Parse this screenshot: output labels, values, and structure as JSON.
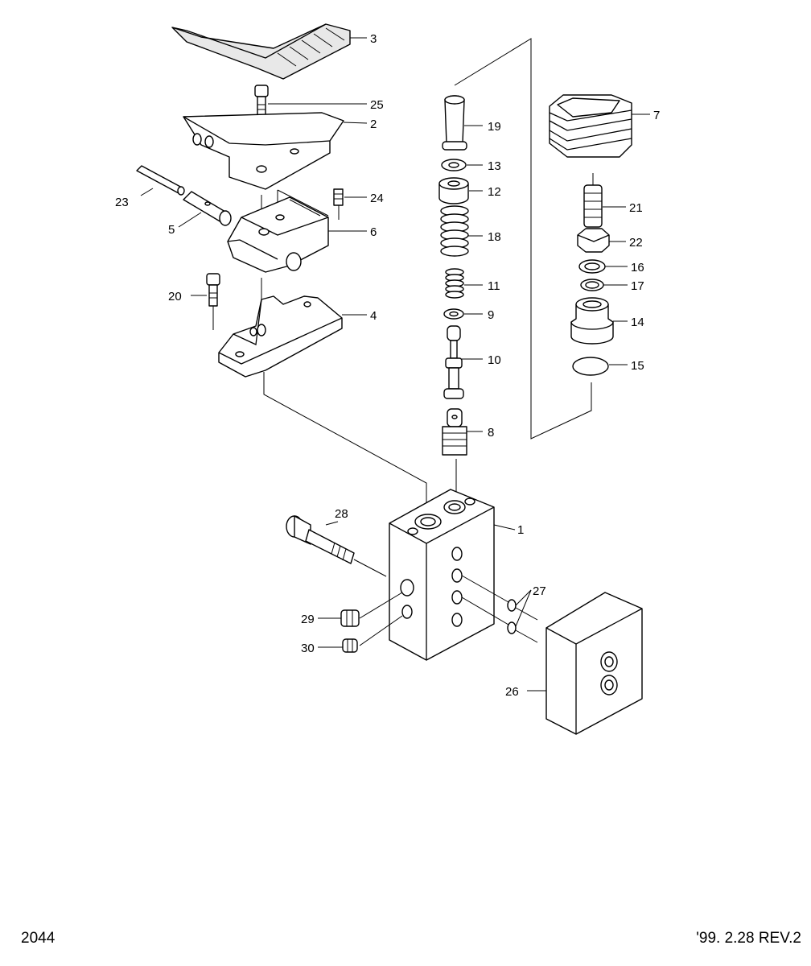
{
  "footer": {
    "page_number": "2044",
    "revision": "'99. 2.28 REV.2"
  },
  "callouts": [
    "1",
    "2",
    "3",
    "4",
    "5",
    "6",
    "7",
    "8",
    "9",
    "10",
    "11",
    "12",
    "13",
    "14",
    "15",
    "16",
    "17",
    "18",
    "19",
    "20",
    "21",
    "22",
    "23",
    "24",
    "25",
    "26",
    "27",
    "28",
    "29",
    "30"
  ]
}
